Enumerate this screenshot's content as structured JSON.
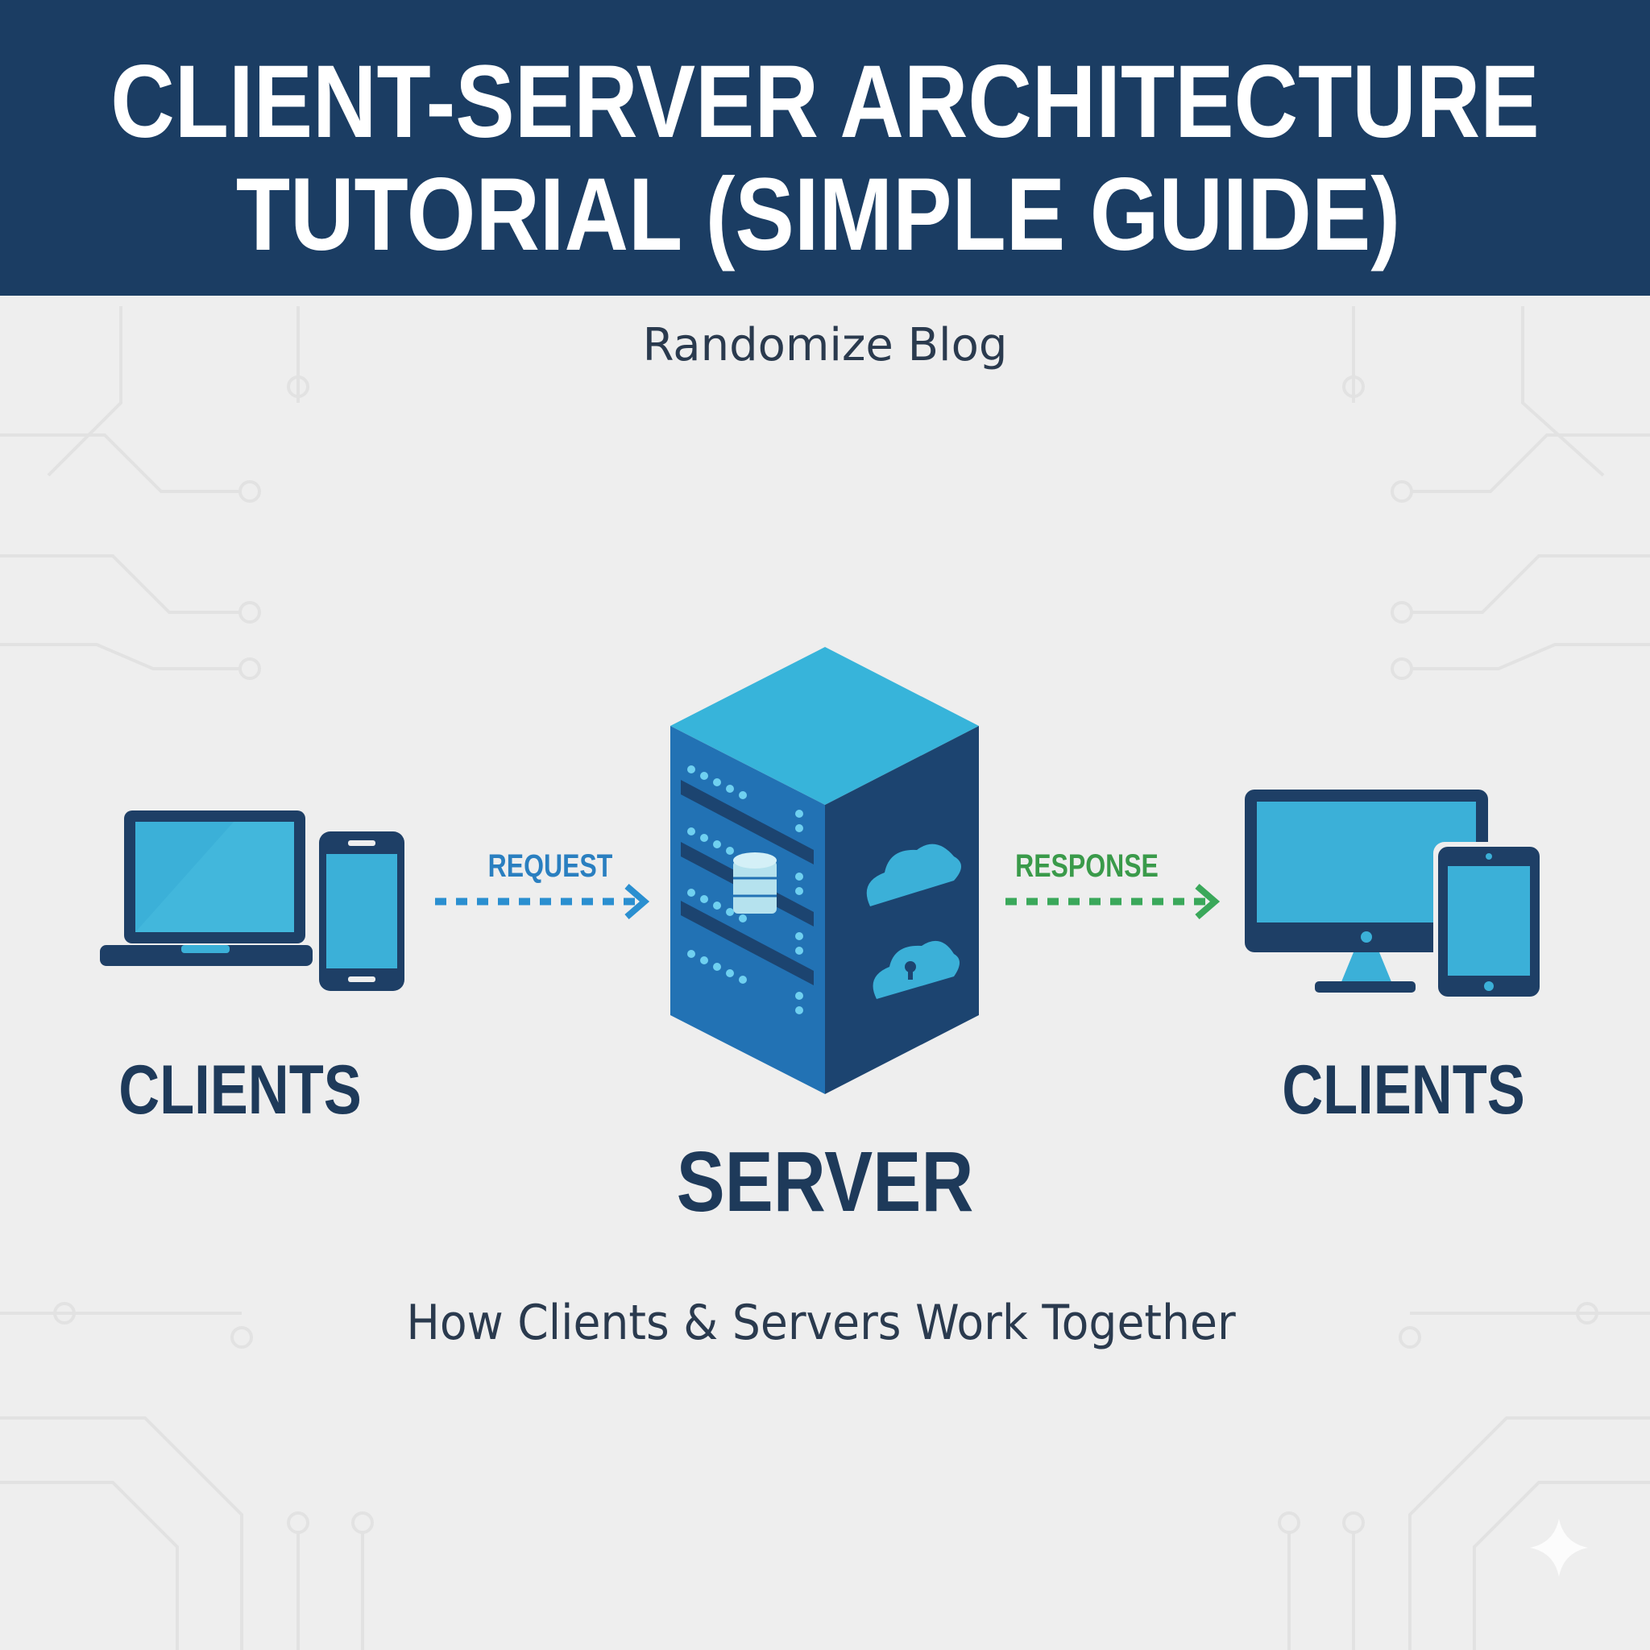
{
  "header": {
    "title_line1": "CLIENT-SERVER ARCHITECTURE",
    "title_line2": "TUTORIAL (SIMPLE GUIDE)"
  },
  "subtitle": "Randomize Blog",
  "diagram": {
    "left_clients_label": "CLIENTS",
    "right_clients_label": "CLIENTS",
    "server_label": "SERVER",
    "request_label": "REQUEST",
    "response_label": "RESPONSE"
  },
  "caption": "How Clients & Servers Work Together",
  "colors": {
    "header_bg": "#1b3d63",
    "background": "#eeeeee",
    "request_arrow": "#2a8fd0",
    "response_arrow": "#3aa85a",
    "device_dark": "#1e3f66",
    "device_screen": "#3bb0d8"
  },
  "icons": [
    "laptop-icon",
    "smartphone-icon",
    "server-icon",
    "database-icon",
    "cloud-icon",
    "cloud-lock-icon",
    "desktop-monitor-icon",
    "tablet-icon",
    "arrow-right-icon"
  ]
}
